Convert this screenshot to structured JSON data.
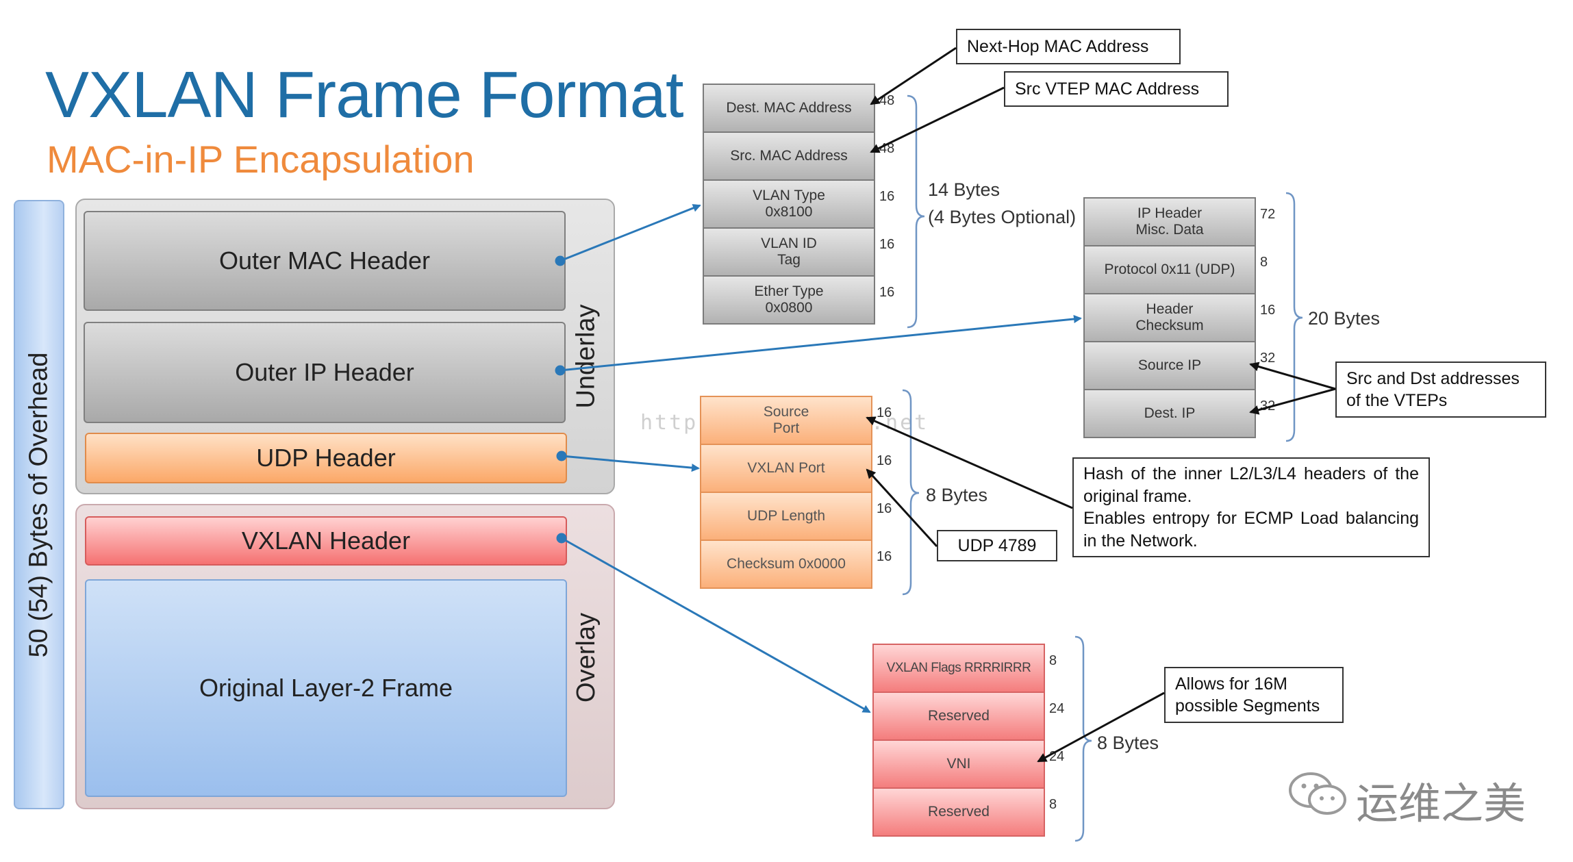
{
  "title": "VXLAN Frame Format",
  "subtitle": "MAC-in-IP Encapsulation",
  "left": {
    "overhead_label": "50 (54) Bytes of Overhead",
    "underlay_label": "Underlay",
    "overlay_label": "Overlay",
    "outer_mac": "Outer MAC Header",
    "outer_ip": "Outer IP Header",
    "udp": "UDP Header",
    "vxlan": "VXLAN Header",
    "original": "Original Layer-2 Frame"
  },
  "mac_fields": [
    {
      "label": "Dest. MAC Address",
      "bits": "48"
    },
    {
      "label": "Src. MAC  Address",
      "bits": "48"
    },
    {
      "label": "VLAN Type\n0x8100",
      "bits": "16"
    },
    {
      "label": "VLAN ID\nTag",
      "bits": "16"
    },
    {
      "label": "Ether Type\n0x0800",
      "bits": "16"
    }
  ],
  "mac_bytes": "14 Bytes",
  "mac_bytes_note": "(4 Bytes Optional)",
  "ip_fields": [
    {
      "label": "IP Header\nMisc. Data",
      "bits": "72"
    },
    {
      "label": "Protocol 0x11 (UDP)",
      "bits": "8"
    },
    {
      "label": "Header\nChecksum",
      "bits": "16"
    },
    {
      "label": "Source IP",
      "bits": "32"
    },
    {
      "label": "Dest. IP",
      "bits": "32"
    }
  ],
  "ip_bytes": "20 Bytes",
  "udp_fields": [
    {
      "label": "Source\nPort",
      "bits": "16"
    },
    {
      "label": "VXLAN Port",
      "bits": "16"
    },
    {
      "label": "UDP Length",
      "bits": "16"
    },
    {
      "label": "Checksum 0x0000",
      "bits": "16"
    }
  ],
  "udp_bytes": "8 Bytes",
  "vxlan_fields": [
    {
      "label": "VXLAN Flags RRRRIRRR",
      "bits": "8"
    },
    {
      "label": "Reserved",
      "bits": "24"
    },
    {
      "label": "VNI",
      "bits": "24"
    },
    {
      "label": "Reserved",
      "bits": "8"
    }
  ],
  "vxlan_bytes": "8 Bytes",
  "callouts": {
    "next_hop": "Next-Hop MAC Address",
    "src_vtep": "Src VTEP MAC Address",
    "src_dst": "Src and Dst addresses\nof the VTEPs",
    "hash": "Hash of the inner L2/L3/L4 headers of the original frame.\nEnables entropy for ECMP Load balancing in the Network.",
    "udp4789": "UDP 4789",
    "segments": "Allows for 16M\npossible Segments"
  },
  "watermark": "http://blog.csdn.net",
  "brand": "运维之美",
  "colors": {
    "title": "#1f6ea6",
    "subtitle": "#ef8a3c",
    "arrow": "#2a78b8"
  }
}
